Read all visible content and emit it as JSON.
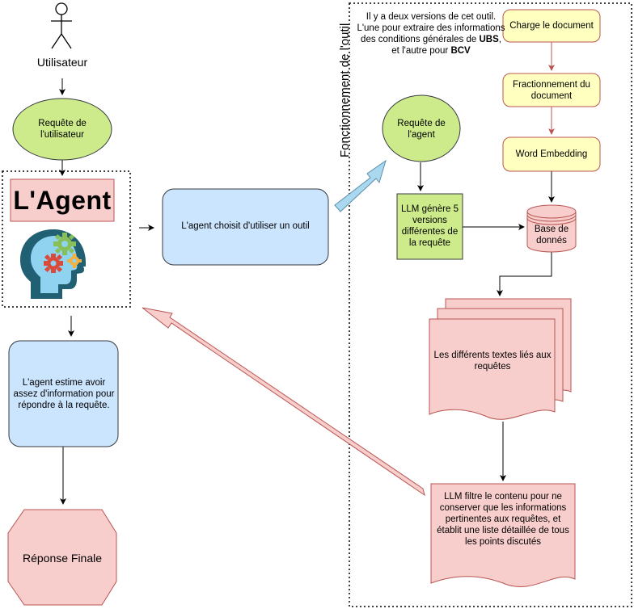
{
  "user": {
    "label": "Utilisateur"
  },
  "nodes": {
    "user_request": "Requête de l'utilisateur",
    "agent_title": "L'Agent",
    "agent_choice": "L'agent choisit d'utiliser un outil",
    "agent_estimate": "L'agent estime avoir assez d'information pour répondre à la requête.",
    "final_answer": "Réponse Finale",
    "agent_request": "Requête de l'agent",
    "llm_versions": "LLM génère 5 versions différentes de la requête",
    "load_doc": "Charge le document",
    "split_doc": "Fractionnement du document",
    "embedding": "Word Embedding",
    "database": "Base de donnés",
    "texts": "Les différents textes liés aux requêtes",
    "llm_filter": "LLM filtre le contenu pour ne conserver que les informations pertinentes aux requêtes, et établit une liste détaillée de tous les points discutés"
  },
  "tool_section": {
    "title": "Fonctionnement de l'outil",
    "note_part1": "Il y a deux versions de cet outil. L'une pour extraire des informations des conditions générales de ",
    "note_bold1": "UBS",
    "note_part2": ", et l'autre pour ",
    "note_bold2": "BCV"
  },
  "colors": {
    "green_fill": "#cdeb8b",
    "green_stroke": "#36393d",
    "blue_fill": "#cce5ff",
    "blue_stroke": "#36393d",
    "pink_fill": "#f8cecc",
    "pink_stroke": "#b85450",
    "yellow_fill": "#ffffc0",
    "yellow_stroke": "#b85450",
    "blue_arrow": "#a9d8ef",
    "pink_arrow": "#f8cecc"
  }
}
